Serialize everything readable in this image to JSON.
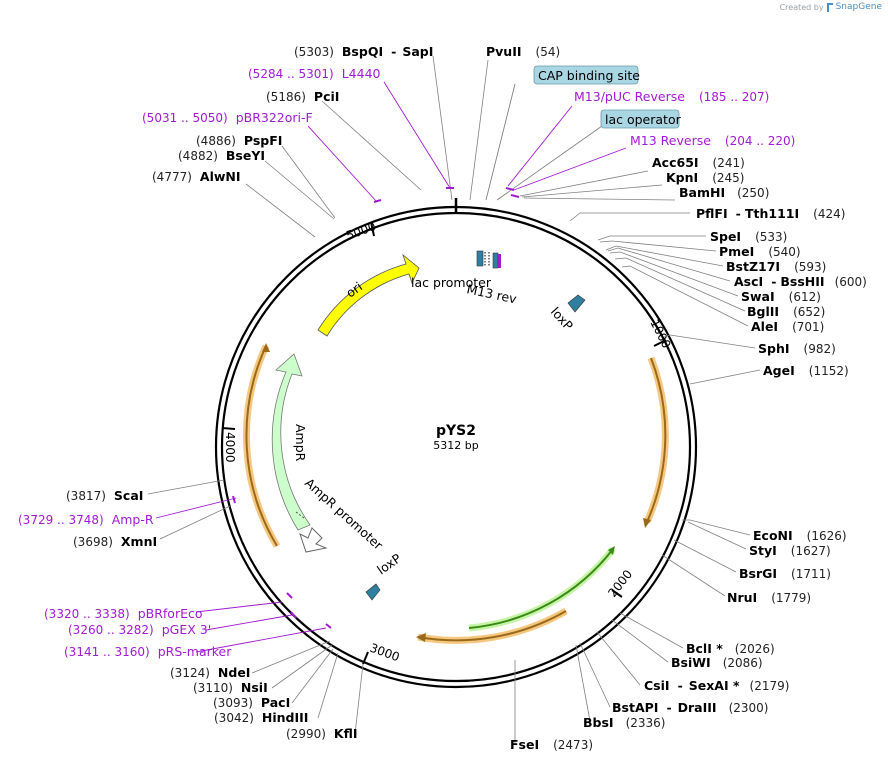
{
  "credit": {
    "prefix": "Created by",
    "brand": "SnapGene",
    "logo_icon": "snapgene-logo-icon"
  },
  "plasmid": {
    "name": "pYS2",
    "length_label": "5312 bp"
  },
  "ticks": [
    "1000",
    "2000",
    "3000",
    "4000",
    "5000"
  ],
  "enzymes": [
    {
      "name": "BspQI",
      "name2": "SapI",
      "pos": "(5303)"
    },
    {
      "name": "PvuII",
      "pos": "(54)"
    },
    {
      "name": "PciI",
      "pos": "(5186)"
    },
    {
      "name": "PspFI",
      "pos": "(4886)"
    },
    {
      "name": "BseYI",
      "pos": "(4882)"
    },
    {
      "name": "AlwNI",
      "pos": "(4777)"
    },
    {
      "name": "Acc65I",
      "pos": "(241)"
    },
    {
      "name": "KpnI",
      "pos": "(245)"
    },
    {
      "name": "BamHI",
      "pos": "(250)"
    },
    {
      "name": "PflFI",
      "name2": "Tth111I",
      "pos": "(424)"
    },
    {
      "name": "SpeI",
      "pos": "(533)"
    },
    {
      "name": "PmeI",
      "pos": "(540)"
    },
    {
      "name": "BstZ17I",
      "pos": "(593)"
    },
    {
      "name": "AscI",
      "name2": "BssHII",
      "pos": "(600)"
    },
    {
      "name": "SwaI",
      "pos": "(612)"
    },
    {
      "name": "BglII",
      "pos": "(652)"
    },
    {
      "name": "AleI",
      "pos": "(701)"
    },
    {
      "name": "SphI",
      "pos": "(982)"
    },
    {
      "name": "AgeI",
      "pos": "(1152)"
    },
    {
      "name": "EcoNI",
      "pos": "(1626)"
    },
    {
      "name": "StyI",
      "pos": "(1627)"
    },
    {
      "name": "BsrGI",
      "pos": "(1711)"
    },
    {
      "name": "NruI",
      "pos": "(1779)"
    },
    {
      "name": "BclI *",
      "pos": "(2026)"
    },
    {
      "name": "BsiWI",
      "pos": "(2086)"
    },
    {
      "name": "CsiI",
      "name2": "SexAI *",
      "pos": "(2179)"
    },
    {
      "name": "BstAPI",
      "name2": "DraIII",
      "pos": "(2300)"
    },
    {
      "name": "BbsI",
      "pos": "(2336)"
    },
    {
      "name": "FseI",
      "pos": "(2473)"
    },
    {
      "name": "KflI",
      "pos": "(2990)"
    },
    {
      "name": "HindIII",
      "pos": "(3042)"
    },
    {
      "name": "PacI",
      "pos": "(3093)"
    },
    {
      "name": "NsiI",
      "pos": "(3110)"
    },
    {
      "name": "NdeI",
      "pos": "(3124)"
    },
    {
      "name": "ScaI",
      "pos": "(3817)"
    },
    {
      "name": "XmnI",
      "pos": "(3698)"
    }
  ],
  "primers": [
    {
      "name": "L4440",
      "range": "(5284 .. 5301)"
    },
    {
      "name": "pBR322ori-F",
      "range": "(5031 .. 5050)"
    },
    {
      "name": "M13/pUC Reverse",
      "range": "(185 .. 207)"
    },
    {
      "name": "M13 Reverse",
      "range": "(204 .. 220)"
    },
    {
      "name": "Amp-R",
      "range": "(3729 .. 3748)"
    },
    {
      "name": "pBRforEco",
      "range": "(3320 .. 3338)"
    },
    {
      "name": "pGEX 3'",
      "range": "(3260 .. 3282)"
    },
    {
      "name": "pRS-marker",
      "range": "(3141 .. 3160)"
    }
  ],
  "boxed_features": [
    "CAP binding site",
    "lac operator"
  ],
  "features": {
    "ori": "ori",
    "lac_promoter": "lac promoter",
    "m13_rev": "M13 rev",
    "loxp_top": "loxP",
    "loxp_bottom": "loxP",
    "ampr": "AmpR",
    "ampr_promoter": "AmpR promoter"
  },
  "colors": {
    "ori": "#ffff00",
    "ampr": "#ccffcc",
    "orf_glow": "#f6c77f",
    "orf_dark": "#9a6a1a",
    "green_glow": "#c6f5a6",
    "green_dark": "#3a8a1a",
    "primer": "#a21bd1",
    "loxp": "#2e7fa0",
    "boxed_fill": "#a8d6e2"
  }
}
